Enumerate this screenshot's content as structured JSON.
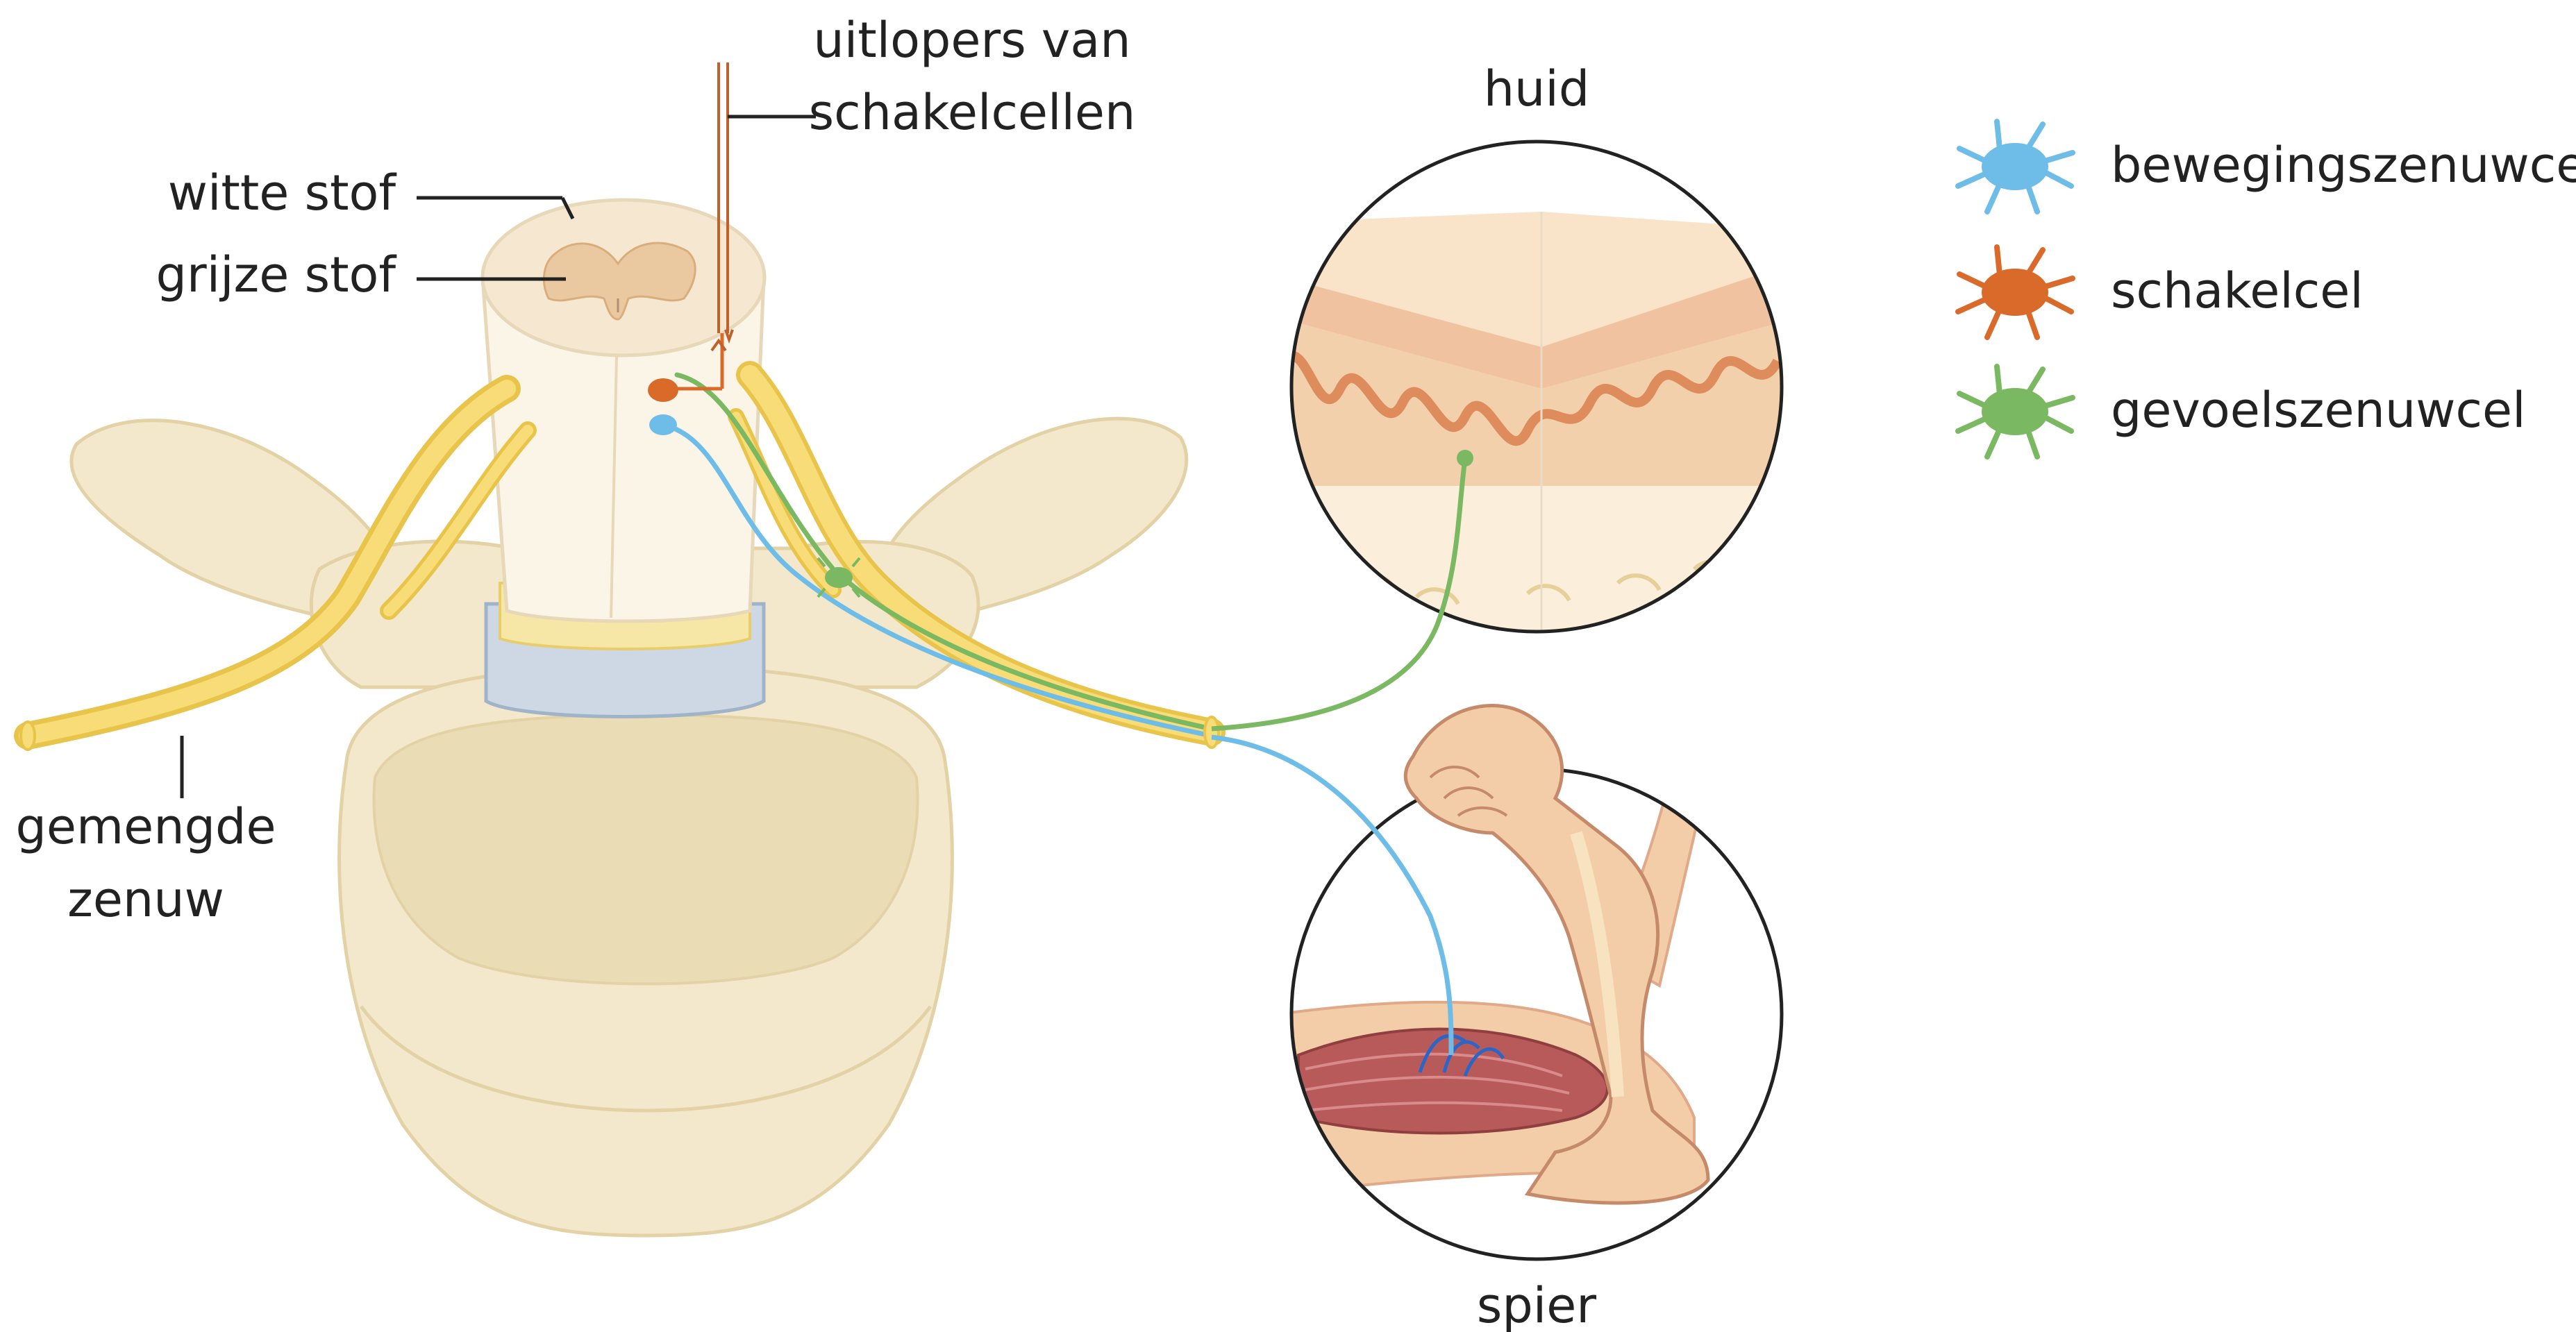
{
  "labels": {
    "witte_stof": "witte stof",
    "grijze_stof": "grijze stof",
    "uitlopers_line1": "uitlopers van",
    "uitlopers_line2": "schakelcellen",
    "gemengde_line1": "gemengde",
    "gemengde_line2": "zenuw",
    "huid": "huid",
    "spier": "spier"
  },
  "legend": {
    "items": [
      {
        "label": "bewegingszenuwcel",
        "color": "#6ebde8",
        "icon": "motor-neuron-icon"
      },
      {
        "label": "schakelcel",
        "color": "#d96a2a",
        "icon": "interneuron-icon"
      },
      {
        "label": "gevoelszenuwcel",
        "color": "#7ab861",
        "icon": "sensory-neuron-icon"
      }
    ]
  },
  "colors": {
    "bone": "#f3e8cc",
    "bone_outline": "#e3d2a6",
    "nerve": "#f5d66a",
    "motor": "#6ebde8",
    "inter": "#d96a2a",
    "sensory": "#7ab861",
    "skin": "#f0cfa5",
    "muscle": "#b85a5a"
  }
}
